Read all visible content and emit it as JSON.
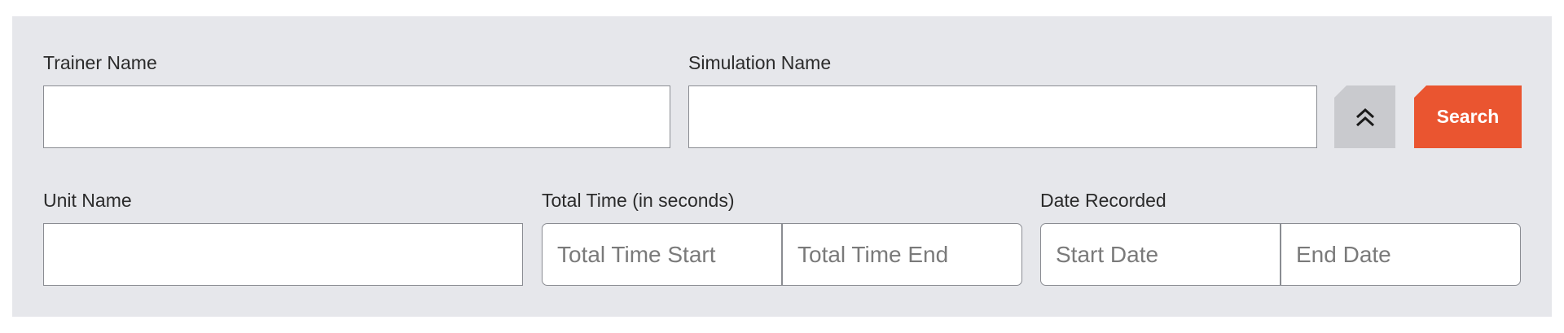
{
  "filters": {
    "trainer_name": {
      "label": "Trainer Name",
      "value": ""
    },
    "simulation_name": {
      "label": "Simulation Name",
      "value": ""
    },
    "unit_name": {
      "label": "Unit Name",
      "value": ""
    },
    "total_time": {
      "label": "Total Time (in seconds)",
      "start_placeholder": "Total Time Start",
      "end_placeholder": "Total Time End"
    },
    "date_recorded": {
      "label": "Date Recorded",
      "start_placeholder": "Start Date",
      "end_placeholder": "End Date"
    }
  },
  "actions": {
    "collapse_icon": "double-chevron-up-icon",
    "search_label": "Search"
  },
  "colors": {
    "panel_background": "#e6e7eb",
    "search_button": "#ea5530",
    "collapse_button": "#c9cace"
  }
}
